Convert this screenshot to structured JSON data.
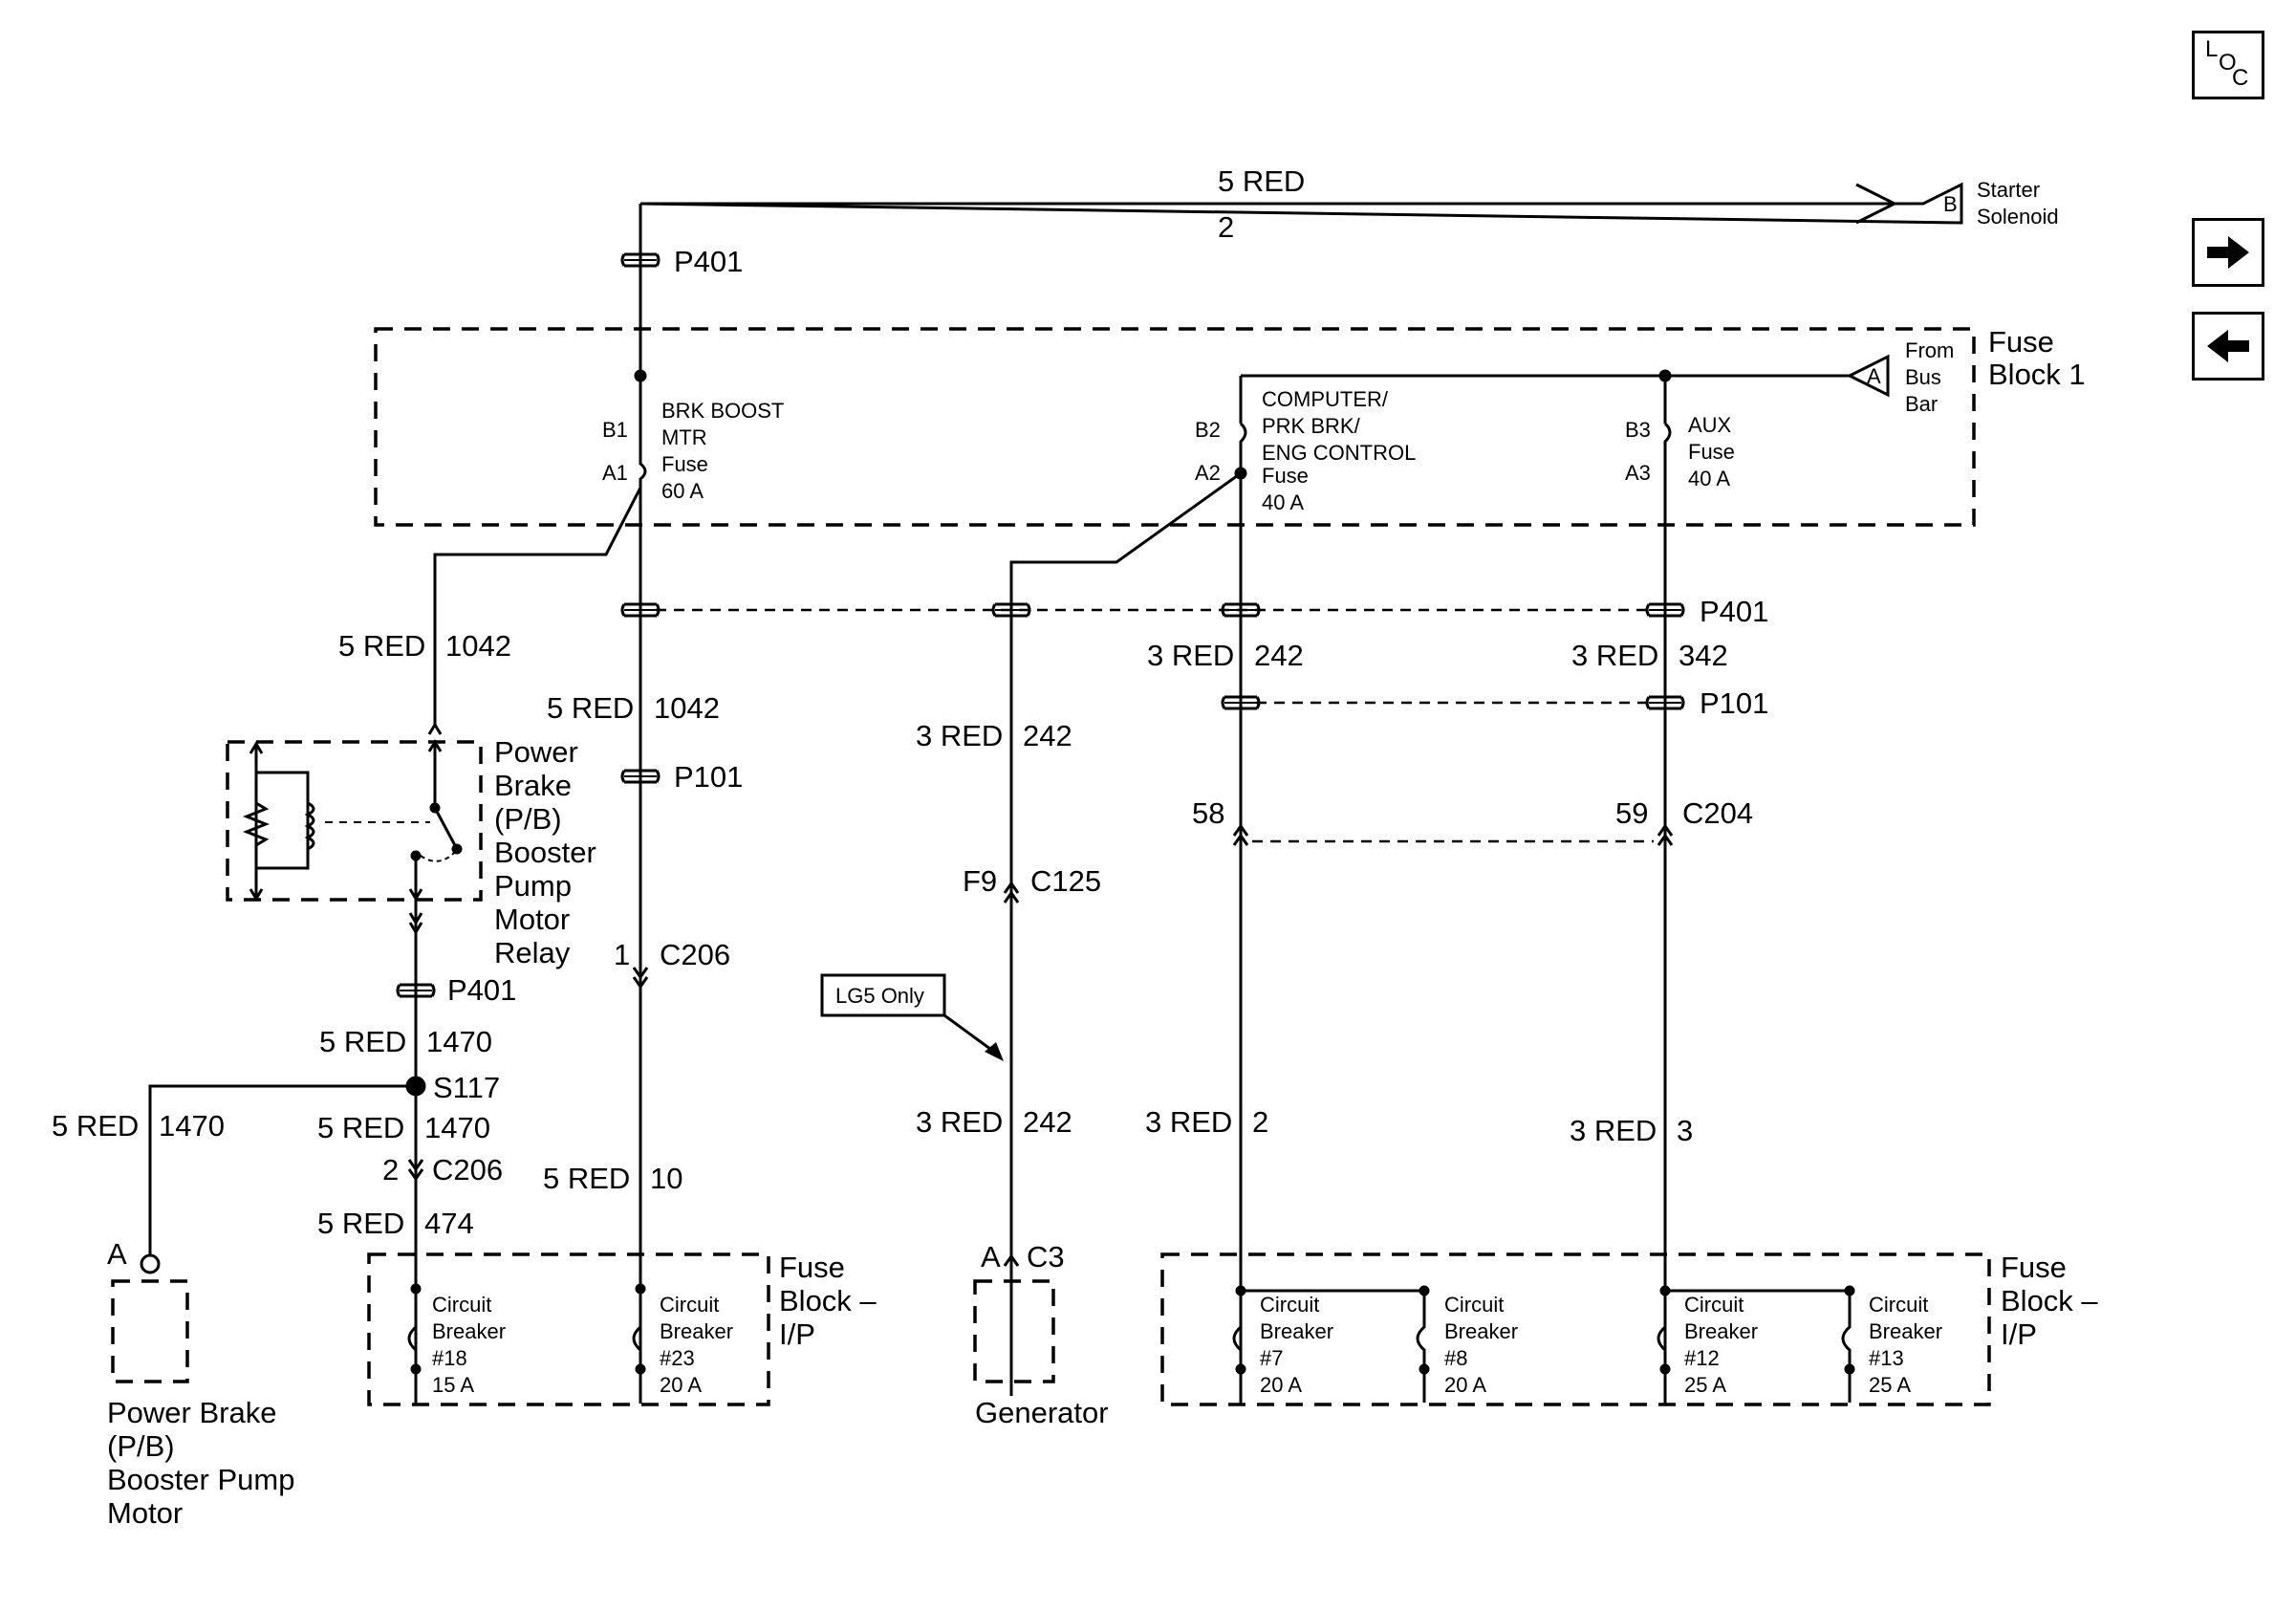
{
  "nav": {
    "loc": {
      "l": "L",
      "o": "O",
      "c": "C"
    }
  },
  "labels": {
    "top_wire": "5 RED",
    "top_circuit": "2",
    "starter_pin": "B",
    "starter": [
      "Starter",
      "Solenoid"
    ],
    "p401_top": "P401",
    "fuse_block_1": [
      "Fuse",
      "Block 1"
    ],
    "bus_pin": "A",
    "bus": [
      "From",
      "Bus",
      "Bar"
    ],
    "f1_b": "B1",
    "f1_a": "A1",
    "f1_name": [
      "BRK BOOST",
      "MTR",
      "Fuse",
      "60 A"
    ],
    "f2_b": "B2",
    "f2_a": "A2",
    "f2_name": [
      "COMPUTER/",
      "PRK BRK/",
      "ENG CONTROL",
      "Fuse",
      "40 A"
    ],
    "f3_b": "B3",
    "f3_a": "A3",
    "f3_name": [
      "AUX",
      "Fuse",
      "40 A"
    ],
    "p401_row": "P401",
    "w_1042_a": "5 RED",
    "c_1042_a": "1042",
    "w_1042_b": "5 RED",
    "c_1042_b": "1042",
    "w_242_a": "3 RED",
    "c_242_a": "242",
    "w_242_b": "3 RED",
    "c_242_b": "242",
    "w_342": "3 RED",
    "c_342": "342",
    "p101_mid": "P101",
    "p101_row": "P101",
    "relay": [
      "Power",
      "Brake",
      "(P/B)",
      "Booster",
      "Pump",
      "Motor",
      "Relay"
    ],
    "c204_58": "58",
    "c204_59": "59",
    "c204": "C204",
    "c125_pin": "F9",
    "c125": "C125",
    "c206_pin1": "1",
    "c206_a": "C206",
    "p401_left": "P401",
    "lg5": "LG5 Only",
    "w_1470_a": "5 RED",
    "c_1470_a": "1470",
    "s117": "S117",
    "w_1470_b": "5 RED",
    "c_1470_b": "1470",
    "w_1470_c": "5 RED",
    "c_1470_c": "1470",
    "w_242_c": "3 RED",
    "c_242_c": "242",
    "w_2": "3 RED",
    "c_2": "2",
    "w_3": "3 RED",
    "c_3": "3",
    "c206_pin2": "2",
    "c206_b": "C206",
    "w_10": "5 RED",
    "c_10": "10",
    "w_474": "5 RED",
    "c_474": "474",
    "motor_pin": "A",
    "gen_pin": "A",
    "gen_conn": "C3",
    "fbip_left": [
      "Fuse",
      "Block –",
      "I/P"
    ],
    "fbip_right": [
      "Fuse",
      "Block –",
      "I/P"
    ],
    "cb18": [
      "Circuit",
      "Breaker",
      "#18",
      "15 A"
    ],
    "cb23": [
      "Circuit",
      "Breaker",
      "#23",
      "20 A"
    ],
    "cb7": [
      "Circuit",
      "Breaker",
      "#7",
      "20 A"
    ],
    "cb8": [
      "Circuit",
      "Breaker",
      "#8",
      "20 A"
    ],
    "cb12": [
      "Circuit",
      "Breaker",
      "#12",
      "25 A"
    ],
    "cb13": [
      "Circuit",
      "Breaker",
      "#13",
      "25 A"
    ],
    "motor": [
      "Power Brake",
      "(P/B)",
      "Booster Pump",
      "Motor"
    ],
    "generator": "Generator"
  }
}
